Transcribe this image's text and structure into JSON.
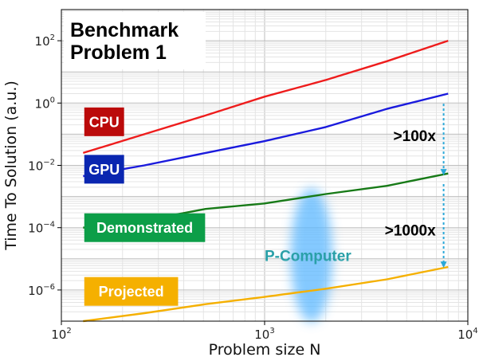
{
  "chart_data": {
    "type": "line",
    "title": "Benchmark Problem 1",
    "title_lines": [
      "Benchmark",
      "Problem 1"
    ],
    "xlabel": "Problem size N",
    "ylabel": "Time To Solution (a.u.)",
    "xscale": "log",
    "yscale": "log",
    "xlim": [
      100,
      10000
    ],
    "ylim": [
      1e-07,
      1000
    ],
    "grid": true,
    "x_ticks": [
      {
        "base": "10",
        "exp": "2"
      },
      {
        "base": "10",
        "exp": "3"
      },
      {
        "base": "10",
        "exp": "4"
      }
    ],
    "y_ticks": [
      {
        "value": 1e-06,
        "base": "10",
        "exp": "−6"
      },
      {
        "value": 0.0001,
        "base": "10",
        "exp": "−4"
      },
      {
        "value": 0.01,
        "base": "10",
        "exp": "−2"
      },
      {
        "value": 1,
        "base": "10",
        "exp": "0"
      },
      {
        "value": 100,
        "base": "10",
        "exp": "2"
      }
    ],
    "series": [
      {
        "name": "CPU",
        "color": "#ee1c1c",
        "x": [
          128,
          256,
          512,
          1000,
          2000,
          4000,
          8000
        ],
        "y": [
          0.025,
          0.1,
          0.4,
          1.6,
          5.5,
          22,
          100
        ]
      },
      {
        "name": "GPU",
        "color": "#1a1add",
        "x": [
          128,
          256,
          512,
          1000,
          2000,
          4000,
          8000
        ],
        "y": [
          0.0045,
          0.01,
          0.025,
          0.06,
          0.17,
          0.65,
          2
        ]
      },
      {
        "name": "Demonstrated",
        "color": "#177a17",
        "x": [
          128,
          256,
          512,
          1000,
          2000,
          4000,
          8000
        ],
        "y": [
          0.0001,
          0.00017,
          0.0004,
          0.0006,
          0.0012,
          0.0022,
          0.0055
        ]
      },
      {
        "name": "Projected",
        "color": "#f5b000",
        "x": [
          128,
          256,
          512,
          1000,
          2000,
          4000,
          8000
        ],
        "y": [
          1e-07,
          1.8e-07,
          3.5e-07,
          6e-07,
          1.1e-06,
          2.2e-06,
          5.5e-06
        ]
      }
    ],
    "badges": [
      {
        "label": "CPU",
        "color": "#bb0a0a",
        "x": 200,
        "y": 0.25
      },
      {
        "label": "GPU",
        "color": "#0a26b0",
        "x": 200,
        "y": 0.0075
      },
      {
        "label": "Demonstrated",
        "color": "#0c9e48",
        "x": 200,
        "y": 0.0001
      },
      {
        "label": "Projected",
        "color": "#f5b000",
        "x": 200,
        "y": 9e-07
      }
    ],
    "annotations": [
      {
        "text": ">100x",
        "x": 4300,
        "y": 0.085
      },
      {
        "text": ">1000x",
        "x": 3900,
        "y": 8e-05
      }
    ],
    "arrows": [
      {
        "x": 7600,
        "y_from": 0.95,
        "y_to": 0.006
      },
      {
        "x": 7600,
        "y_from": 0.0025,
        "y_to": 6.5e-06
      }
    ],
    "blob": {
      "label": "P-Computer",
      "color": "#5cb8ff",
      "label_color": "#2aa0a8",
      "x": 1700,
      "y": 1.3e-05,
      "label_x": 1000,
      "label_y": 1.3e-05
    }
  }
}
